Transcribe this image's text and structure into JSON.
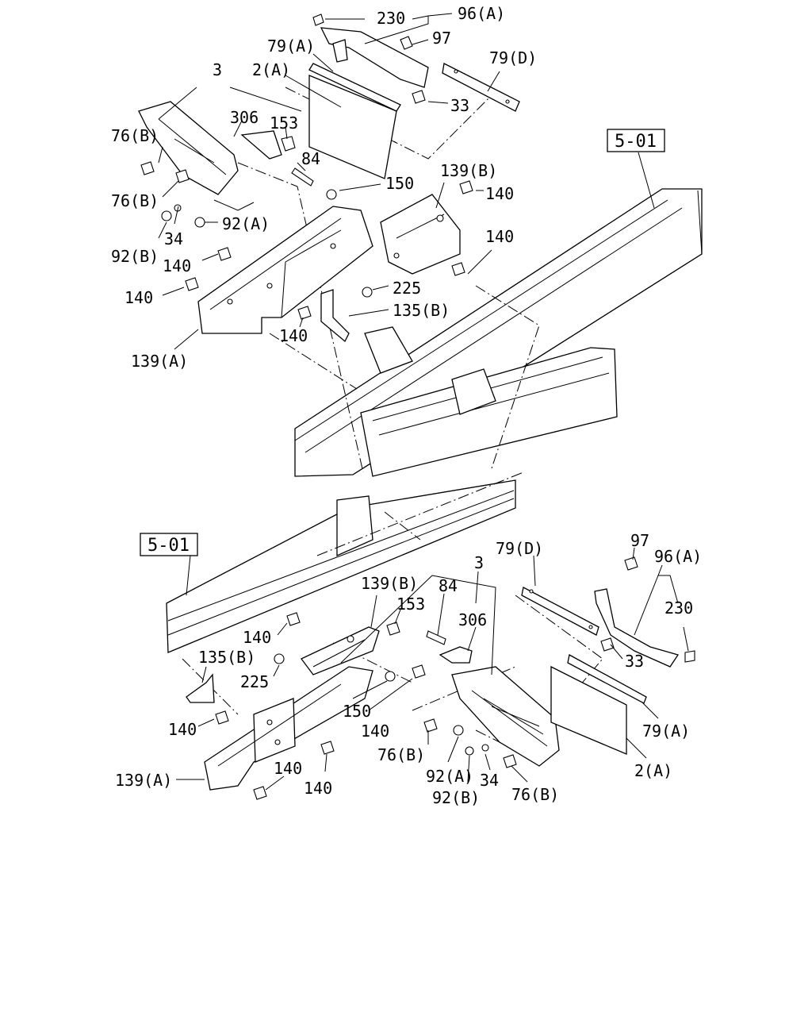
{
  "labels": {
    "l230a": "230",
    "l96a": "96(A)",
    "l79a_a": "79(A)",
    "l97a": "97",
    "l2a_a": "2(A)",
    "l79d_a": "79(D)",
    "l3a": "3",
    "l33a": "33",
    "l306a": "306",
    "l153a": "153",
    "l76b_a1": "76(B)",
    "l84a": "84",
    "l150a": "150",
    "l139b_a": "139(B)",
    "l140a1": "140",
    "l76b_a2": "76(B)",
    "l92a_a": "92(A)",
    "l34a": "34",
    "l140a2": "140",
    "l92b_a": "92(B)",
    "l140a3": "140",
    "l140a4": "140",
    "l225a": "225",
    "l135b_a": "135(B)",
    "l140a5": "140",
    "l139a_a": "139(A)",
    "l79d_b": "79(D)",
    "l97b": "97",
    "l96b": "96(A)",
    "l3b": "3",
    "l139b_b": "139(B)",
    "l153b": "153",
    "l84b": "84",
    "l306b": "306",
    "l230b": "230",
    "l140b1": "140",
    "l135b_b": "135(B)",
    "l33b": "33",
    "l225b": "225",
    "l150b": "150",
    "l140b2": "140",
    "l79a_b": "79(A)",
    "l140b3": "140",
    "l76b_b1": "76(B)",
    "l92a_b": "92(A)",
    "l34b": "34",
    "l139a_b": "139(A)",
    "l140b4": "140",
    "l140b5": "140",
    "l92b_b": "92(B)",
    "l76b_b2": "76(B)",
    "l2a_b": "2(A)"
  },
  "references": {
    "upper": "5-01",
    "lower": "5-01"
  }
}
